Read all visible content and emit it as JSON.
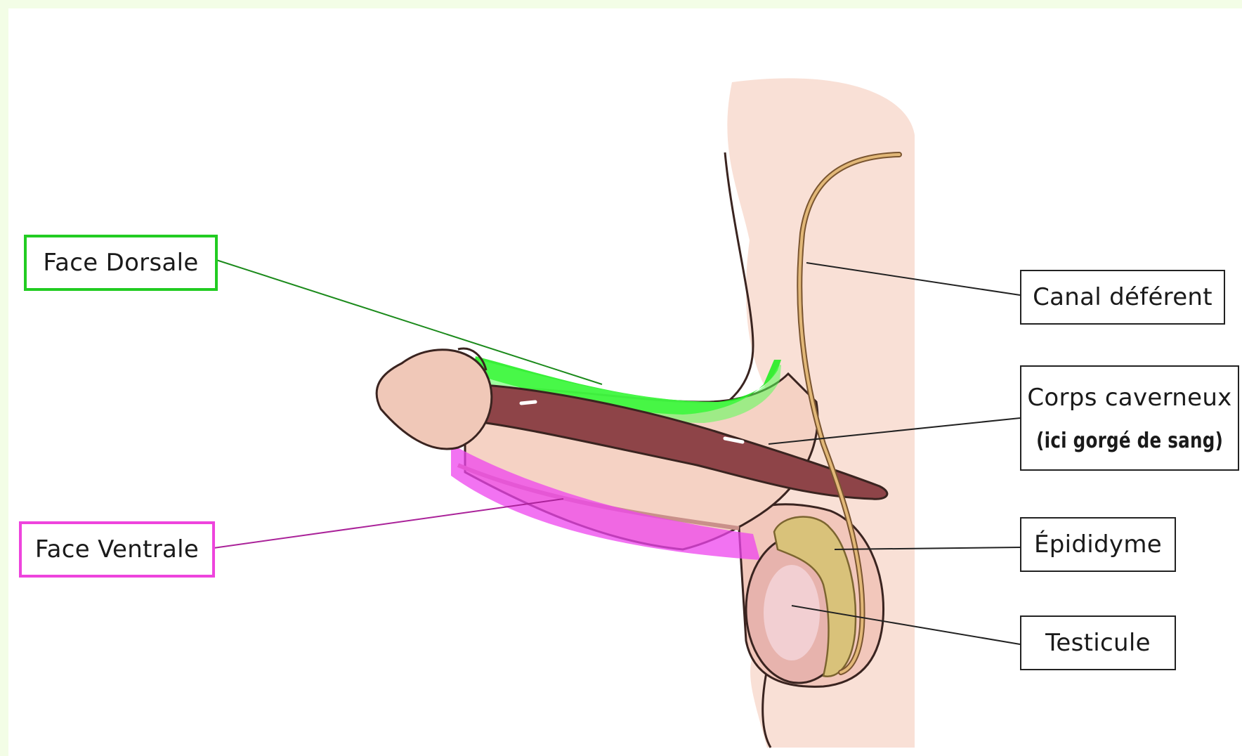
{
  "labels": {
    "face_dorsale": "Face Dorsale",
    "face_ventrale": "Face Ventrale",
    "canal_deferent": "Canal déférent",
    "corps_caverneux": "Corps caverneux",
    "corps_caverneux_note": "(ici gorgé de sang)",
    "epididyme": "Épididyme",
    "testicule": "Testicule"
  },
  "colors": {
    "page_border": "#f3fde6",
    "dorsal_highlight": "#22ee22",
    "ventral_highlight": "#ee44ee",
    "skin": "#f5d2c4",
    "body": "#f9e0d6",
    "corpus": "#8e4448",
    "epididymis": "#d9c27a",
    "testis": "#e7b3ad",
    "vas_deferens": "#d9aa6a"
  }
}
